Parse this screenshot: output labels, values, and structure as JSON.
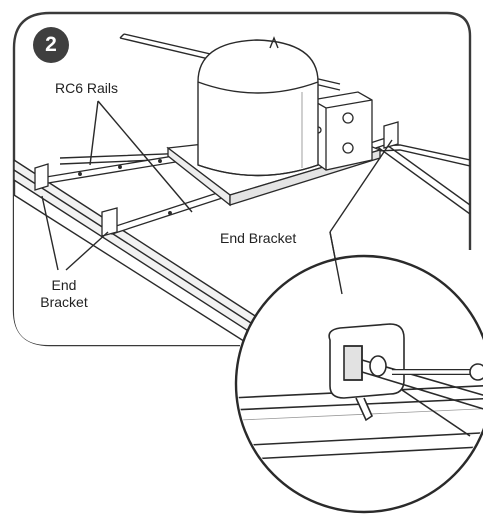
{
  "step_number": "2",
  "labels": {
    "rails": "RC6 Rails",
    "end_bracket_left_line1": "End",
    "end_bracket_left_line2": "Bracket",
    "end_bracket_right": "End Bracket"
  },
  "colors": {
    "line": "#2a2a2a",
    "frame": "#3a3a3a",
    "step_badge": "#3f3f3f",
    "fill": "#ffffff",
    "shade": "#e6e6e6"
  }
}
